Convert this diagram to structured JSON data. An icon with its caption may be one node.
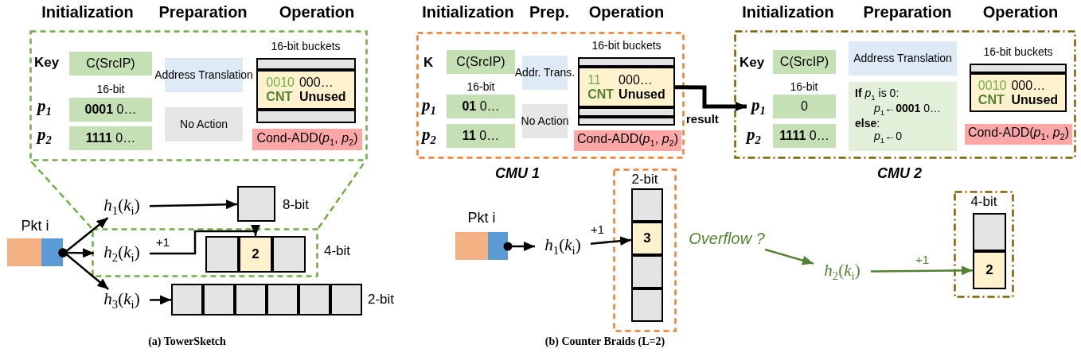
{
  "diagram": {
    "nodes": [
      {
        "text": [],
        "shape": "box",
        "beside": [
          "Initialization",
          "Preparation",
          "Operation"
        ]
      },
      {
        "text": [
          "C(SrcIP)"
        ],
        "in": 0
      },
      {
        "text": [
          "**0001** 0…"
        ],
        "in": 0
      },
      {
        "text": [
          "**1111** 0…"
        ],
        "in": 0
      },
      {
        "text": [
          "Address Translation"
        ],
        "in": 0
      },
      {
        "text": [
          "No Action"
        ],
        "in": 0
      },
      {
        "text": [],
        "shape": "box",
        "in": 0,
        "beside": [
          "16-bit buckets"
        ]
      },
      {
        "text": [],
        "shape": "box",
        "in": 6
      },
      {
        "text": [
          "0010",
          "000…",
          "CNT",
          "Unused"
        ],
        "in": 6
      },
      {
        "text": [],
        "shape": "box",
        "in": 6
      },
      {
        "text": [
          "Cond-ADD(*p*$_{1}$, *p*$_{2}$)"
        ],
        "in": 0
      },
      {
        "text": [],
        "shape": "box",
        "beside": [
          "Pkt i"
        ]
      },
      {
        "text": [
          "*h*$_{1}$(*k*$_{i}$)"
        ]
      },
      {
        "text": [],
        "shape": "box",
        "beside": [
          "8-bit"
        ]
      },
      {
        "text": [],
        "shape": "box",
        "beside": [
          "4-bit"
        ]
      },
      {
        "text": [
          "*h*$_{2}$(*k*$_{i}$)"
        ],
        "in": 14
      },
      {
        "text": [],
        "shape": "box",
        "in": 14
      },
      {
        "text": [
          "2"
        ],
        "in": 14
      },
      {
        "text": [],
        "shape": "box",
        "in": 14
      },
      {
        "text": [
          "*h*$_{3}$(*k*$_{i}$)"
        ]
      },
      {
        "text": [],
        "shape": "box"
      },
      {
        "text": [],
        "shape": "box"
      },
      {
        "text": [],
        "shape": "box"
      },
      {
        "text": [],
        "shape": "box"
      },
      {
        "text": [],
        "shape": "box"
      },
      {
        "text": [],
        "shape": "box",
        "beside": [
          "2-bit"
        ]
      },
      {
        "text": [],
        "shape": "box",
        "beside": [
          "Initialization",
          "Prep.",
          "Operation",
          "CMU 1"
        ]
      },
      {
        "text": [
          "C(SrcIP)"
        ],
        "in": 26
      },
      {
        "text": [
          "**01** 0…"
        ],
        "in": 26
      },
      {
        "text": [
          "**11** 0…"
        ],
        "in": 26
      },
      {
        "text": [
          "Addr. Trans."
        ],
        "in": 26
      },
      {
        "text": [
          "No Action"
        ],
        "in": 26
      },
      {
        "text": [],
        "shape": "box",
        "in": 26,
        "beside": [
          "16-bit buckets"
        ]
      },
      {
        "text": [],
        "shape": "box",
        "in": 32
      },
      {
        "text": [
          "11",
          "000…",
          "CNT",
          "Unused"
        ],
        "in": 32
      },
      {
        "text": [],
        "shape": "box",
        "in": 32
      },
      {
        "text": [],
        "shape": "box",
        "in": 32
      },
      {
        "text": [
          "Cond-ADD(*p*$_{1}$, *p*$_{2}$)"
        ],
        "in": 26
      },
      {
        "text": [],
        "shape": "box",
        "beside": [
          "Initialization",
          "Preparation",
          "Operation",
          "CMU 2"
        ]
      },
      {
        "text": [
          "C(SrcIP)"
        ],
        "in": 38
      },
      {
        "text": [
          "p$_{1}$"
        ],
        "in": 38
      },
      {
        "text": [
          "0"
        ],
        "in": 38
      },
      {
        "text": [
          "**1111** 0…"
        ],
        "in": 38
      },
      {
        "text": [
          "Address Translation"
        ],
        "in": 38
      },
      {
        "text": [
          "**If** *p*$_{1}$ is 0:",
          "*p*$_{1}$←**0001** 0…",
          "**else**:",
          "*p*$_{1}$←0"
        ],
        "in": 38
      },
      {
        "text": [],
        "shape": "box",
        "in": 38,
        "beside": [
          "16-bit buckets"
        ]
      },
      {
        "text": [],
        "shape": "box",
        "in": 45
      },
      {
        "text": [
          "0010",
          "000…",
          "CNT",
          "Unused"
        ],
        "in": 45
      },
      {
        "text": [
          "Cond-ADD(*p*$_{1}$, *p*$_{2}$)"
        ],
        "in": 38
      },
      {
        "text": [
          "2-bit"
        ]
      },
      {
        "text": [],
        "shape": "box",
        "in": 49
      },
      {
        "text": [
          "3"
        ],
        "in": 49
      },
      {
        "text": [],
        "shape": "box",
        "in": 49
      },
      {
        "text": [],
        "shape": "box",
        "in": 49
      },
      {
        "text": [],
        "shape": "box",
        "beside": [
          "Pkt i"
        ]
      },
      {
        "text": [
          "*h*$_{1}$(*k*$_{i}$)"
        ]
      },
      {
        "text": [
          "Overflow ?"
        ]
      },
      {
        "text": [
          "*h*$_{2}$(*k*$_{i}$)"
        ]
      },
      {
        "text": [
          "4-bit"
        ]
      },
      {
        "text": [],
        "shape": "box",
        "in": 58
      },
      {
        "text": [
          "2"
        ],
        "in": 58
      }
    ],
    "edges": [
      {
        "from": 11,
        "to": 12,
        "arrow": "to"
      },
      {
        "from": 11,
        "to": 15,
        "arrow": "to"
      },
      {
        "from": 11,
        "to": 19,
        "arrow": "to"
      },
      {
        "from": 12,
        "to": 13,
        "arrow": "to"
      },
      {
        "from": 15,
        "to": 17,
        "arrow": "to",
        "label": "+1"
      },
      {
        "from": 19,
        "to": 20,
        "arrow": "to"
      },
      {
        "from": 14,
        "to": 0,
        "arrow": "none",
        "style": "dashed",
        "color": "#70ad47"
      },
      {
        "from": 14,
        "to": 0,
        "arrow": "none",
        "style": "dashed",
        "color": "#70ad47"
      },
      {
        "from": 34,
        "to": 40,
        "arrow": "to",
        "style": "thick",
        "label": "result"
      },
      {
        "from": 54,
        "to": 55,
        "arrow": "to"
      },
      {
        "from": 55,
        "to": 51,
        "arrow": "to",
        "label": "+1"
      },
      {
        "from": 56,
        "to": 57,
        "arrow": "to",
        "color": "#548235"
      },
      {
        "from": 57,
        "to": 60,
        "arrow": "to",
        "label": "+1",
        "color": "#548235"
      }
    ],
    "labels": [
      "Key",
      "16-bit",
      "p$_{1}$",
      "p$_{2}$",
      "K",
      "16-bit",
      "p$_{1}$",
      "p$_{2}$",
      "Key",
      "16-bit",
      "p$_{2}$",
      "(a) TowerSketch",
      "(b) Counter Braids (L=2)"
    ]
  }
}
